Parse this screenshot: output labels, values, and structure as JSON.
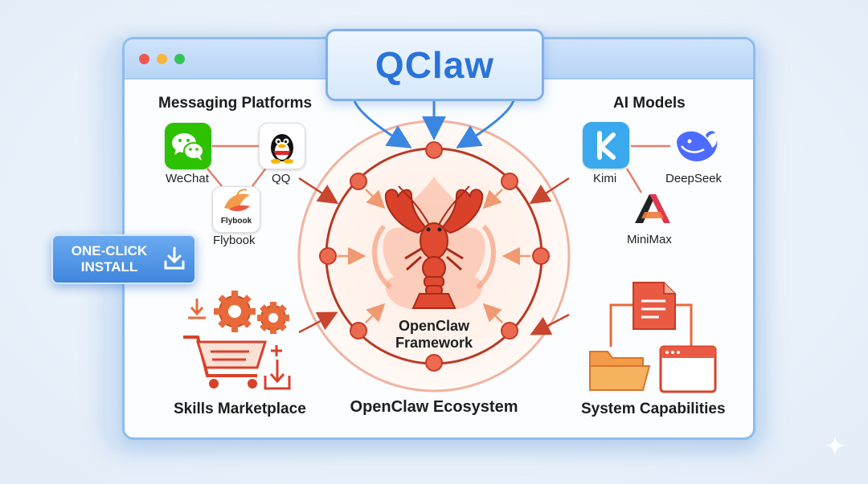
{
  "header": {
    "title": "QClaw"
  },
  "install_button": {
    "label_line1": "ONE-CLICK",
    "label_line2": "INSTALL"
  },
  "messaging": {
    "title": "Messaging Platforms",
    "apps": [
      {
        "label": "WeChat",
        "icon": "wechat-icon"
      },
      {
        "label": "QQ",
        "icon": "qq-penguin-icon"
      },
      {
        "label": "Flybook",
        "icon": "flybook-icon",
        "badge": "Flybook"
      }
    ]
  },
  "ai_models": {
    "title": "AI Models",
    "apps": [
      {
        "label": "Kimi",
        "icon": "kimi-icon"
      },
      {
        "label": "DeepSeek",
        "icon": "deepseek-whale-icon"
      },
      {
        "label": "MiniMax",
        "icon": "minimax-icon"
      }
    ]
  },
  "skills": {
    "title": "Skills Marketplace",
    "icon": "shopping-cart-gears-icon"
  },
  "system": {
    "title": "System Capabilities",
    "icon": "folder-document-window-icon"
  },
  "center": {
    "line1": "OpenClaw",
    "line2": "Framework",
    "icon": "lobster-icon"
  },
  "ecosystem": {
    "label": "OpenClaw Ecosystem"
  },
  "colors": {
    "accent_blue": "#2a73d9",
    "accent_red": "#e4513a",
    "window_border": "#8dbcf0",
    "wechat_green": "#2dc100",
    "kimi_blue": "#3aa9ee"
  }
}
